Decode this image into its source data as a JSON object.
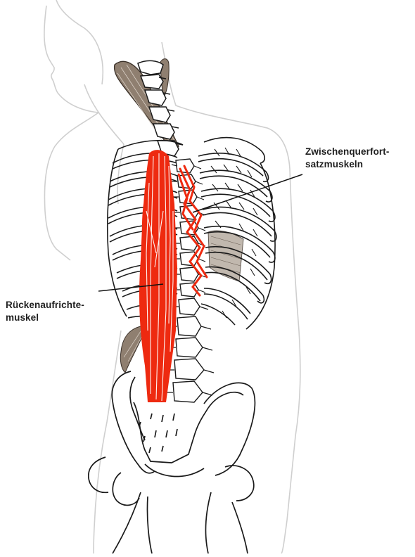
{
  "labels": {
    "intertransversarii": {
      "line1": "Zwischenquerfort-",
      "line2": "satzmuskeln"
    },
    "erector_spinae": {
      "line1": "Rückenaufrichte-",
      "line2": "muskel"
    }
  },
  "colors": {
    "outline": "#cfcfcf",
    "bone": "#1a1a1a",
    "muscle_red": "#ee2a10",
    "muscle_brown": "#8f7f70",
    "leader": "#111111"
  }
}
